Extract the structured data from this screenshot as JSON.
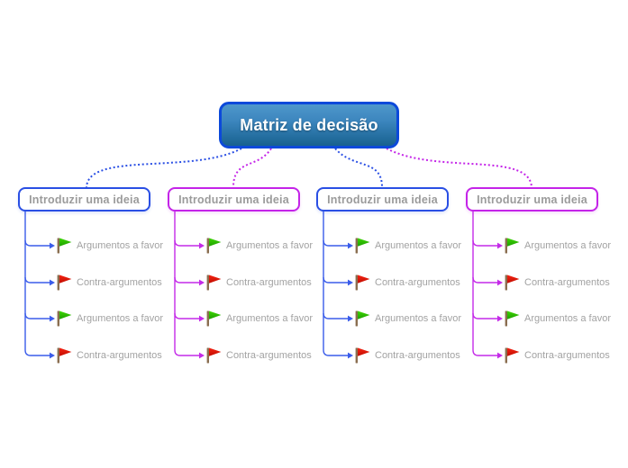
{
  "root": {
    "label": "Matriz de decisão"
  },
  "branches": [
    {
      "title": "Introduzir uma ideia",
      "color": "blue",
      "items": [
        {
          "label": "Argumentos a favor",
          "flag": "green"
        },
        {
          "label": "Contra-argumentos",
          "flag": "red"
        },
        {
          "label": "Argumentos a favor",
          "flag": "green"
        },
        {
          "label": "Contra-argumentos",
          "flag": "red"
        }
      ]
    },
    {
      "title": "Introduzir uma ideia",
      "color": "magenta",
      "items": [
        {
          "label": "Argumentos a favor",
          "flag": "green"
        },
        {
          "label": "Contra-argumentos",
          "flag": "red"
        },
        {
          "label": "Argumentos a favor",
          "flag": "green"
        },
        {
          "label": "Contra-argumentos",
          "flag": "red"
        }
      ]
    },
    {
      "title": "Introduzir uma ideia",
      "color": "blue",
      "items": [
        {
          "label": "Argumentos a favor",
          "flag": "green"
        },
        {
          "label": "Contra-argumentos",
          "flag": "red"
        },
        {
          "label": "Argumentos a favor",
          "flag": "green"
        },
        {
          "label": "Contra-argumentos",
          "flag": "red"
        }
      ]
    },
    {
      "title": "Introduzir uma ideia",
      "color": "magenta",
      "items": [
        {
          "label": "Argumentos a favor",
          "flag": "green"
        },
        {
          "label": "Contra-argumentos",
          "flag": "red"
        },
        {
          "label": "Argumentos a favor",
          "flag": "green"
        },
        {
          "label": "Contra-argumentos",
          "flag": "red"
        }
      ]
    }
  ],
  "colors": {
    "root_border": "#0c49da",
    "root_gradient_top": "#4e97cb",
    "root_gradient_bottom": "#17618f",
    "branch_blue": "#2a4fe4",
    "branch_magenta": "#c424e8",
    "topic_text_gray": "#9b9b9b",
    "item_text_gray": "#a2a2a2",
    "flag_green": "#2dbb07",
    "flag_red": "#e81505",
    "flag_pole_brown": "#8a6e50"
  }
}
